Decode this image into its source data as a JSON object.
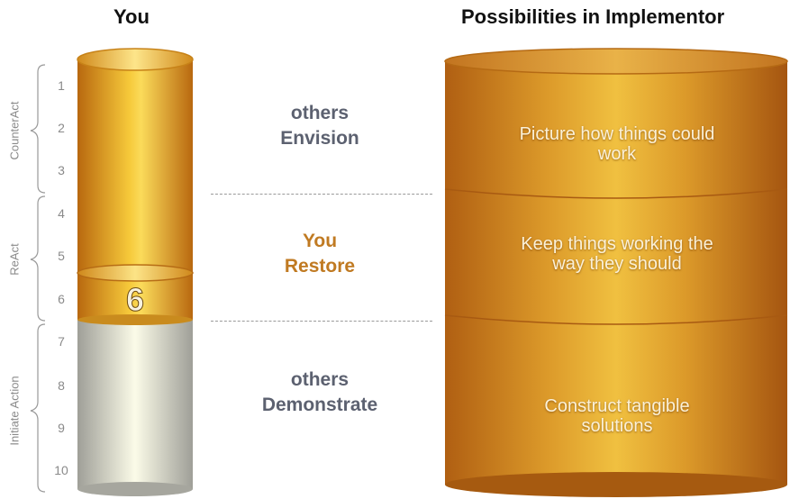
{
  "headings": {
    "you": "You",
    "possibilities": "Possibilities in Implementor"
  },
  "scale": [
    "1",
    "2",
    "3",
    "4",
    "5",
    "6",
    "7",
    "8",
    "9",
    "10"
  ],
  "brackets": [
    {
      "label": "CounterAct"
    },
    {
      "label": "ReAct"
    },
    {
      "label": "Initiate Action"
    }
  ],
  "middle": {
    "envision": {
      "line1": "others",
      "line2": "Envision"
    },
    "restore": {
      "line1": "You",
      "line2": "Restore"
    },
    "demonstrate": {
      "line1": "others",
      "line2": "Demonstrate"
    }
  },
  "user_score": "6",
  "bands": [
    {
      "text": "Picture how things could work"
    },
    {
      "text": "Keep things working the way they should"
    },
    {
      "text": "Construct tangible solutions"
    }
  ],
  "colors": {
    "gold": "#e0a030",
    "gold_dark": "#b56a14",
    "silver": "#c9c9c0",
    "others_text": "#5c6170",
    "you_text": "#c07a22"
  }
}
